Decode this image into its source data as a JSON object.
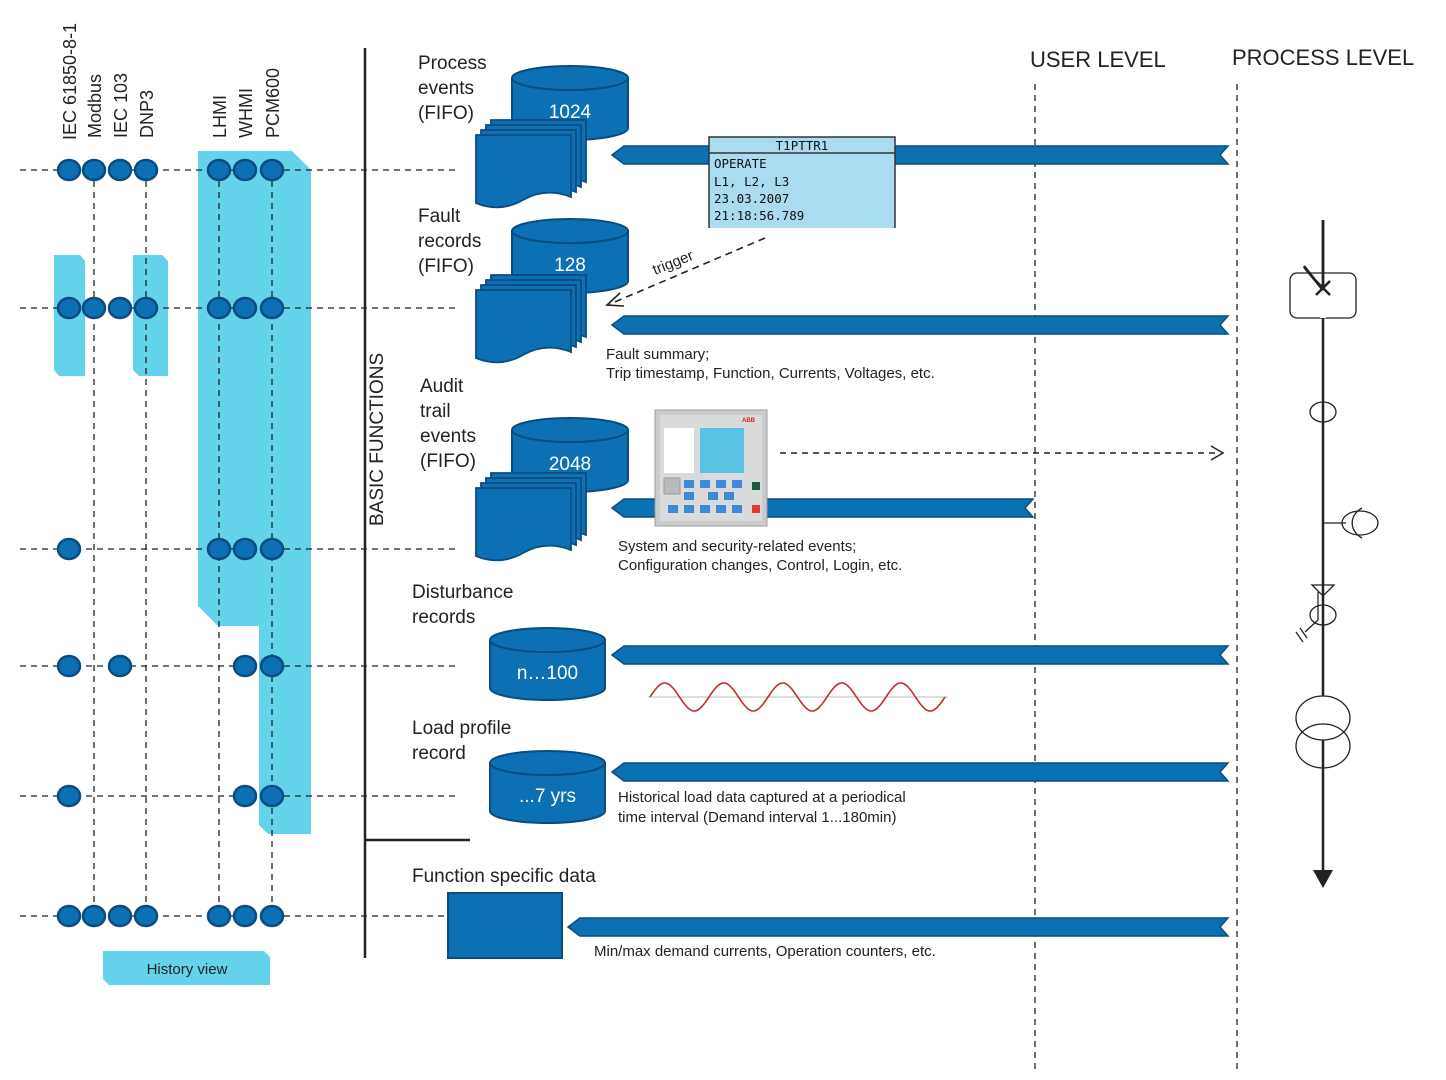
{
  "colors": {
    "dark_blue": "#0b71b4",
    "dark_outline": "#0a4c7d",
    "light_cyan": "#62d3ea",
    "wave": "#c0302c"
  },
  "protocols": [
    "IEC 61850-8-1",
    "Modbus",
    "IEC 103",
    "DNP3",
    "LHMI",
    "WHMI",
    "PCM600"
  ],
  "rows": [
    {
      "connected": [
        "IEC 61850-8-1",
        "Modbus",
        "IEC 103",
        "DNP3",
        "LHMI",
        "WHMI",
        "PCM600"
      ]
    },
    {
      "connected": [
        "IEC 61850-8-1",
        "Modbus",
        "IEC 103",
        "DNP3",
        "LHMI",
        "WHMI",
        "PCM600"
      ]
    },
    {
      "connected": [
        "IEC 61850-8-1",
        "LHMI",
        "WHMI",
        "PCM600"
      ]
    },
    {
      "connected": [
        "IEC 61850-8-1",
        "IEC 103",
        "WHMI",
        "PCM600"
      ]
    },
    {
      "connected": [
        "IEC 61850-8-1",
        "WHMI",
        "PCM600"
      ]
    },
    {
      "connected": [
        "IEC 61850-8-1",
        "Modbus",
        "IEC 103",
        "DNP3",
        "LHMI",
        "WHMI",
        "PCM600"
      ]
    }
  ],
  "history_view": "History view",
  "basic_functions": "BASIC FUNCTIONS",
  "levels": {
    "user": "USER LEVEL",
    "process": "PROCESS LEVEL"
  },
  "records": {
    "process": {
      "label": [
        "Process events",
        "(FIFO)"
      ],
      "label_first": "Process",
      "capacity": "1024"
    },
    "fault": {
      "label": [
        "Fault",
        "records",
        "(FIFO)"
      ],
      "capacity": "128",
      "caption": [
        "Fault summary;",
        "Trip timestamp, Function, Currents, Voltages, etc."
      ],
      "trigger": "trigger"
    },
    "audit": {
      "label": [
        "Audit",
        "trail",
        "events",
        "(FIFO)"
      ],
      "capacity": "2048",
      "caption": [
        "System and security-related events;",
        "Configuration changes, Control, Login, etc."
      ]
    },
    "disturbance": {
      "label": [
        "Disturbance",
        "records"
      ],
      "capacity": "n…100"
    },
    "load": {
      "label": [
        "Load profile",
        "record"
      ],
      "capacity": "...7 yrs",
      "caption": [
        "Historical load data captured at a periodical",
        "time interval (Demand interval 1...180min)"
      ]
    },
    "function": {
      "label": "Function specific data",
      "caption": "Min/max demand currents, Operation counters, etc."
    }
  },
  "lcd": {
    "title": "T1PTTR1",
    "lines": [
      "OPERATE",
      "L1, L2, L3",
      "23.03.2007",
      "21:18:56.789"
    ]
  },
  "device": {
    "brand": "ABB"
  }
}
